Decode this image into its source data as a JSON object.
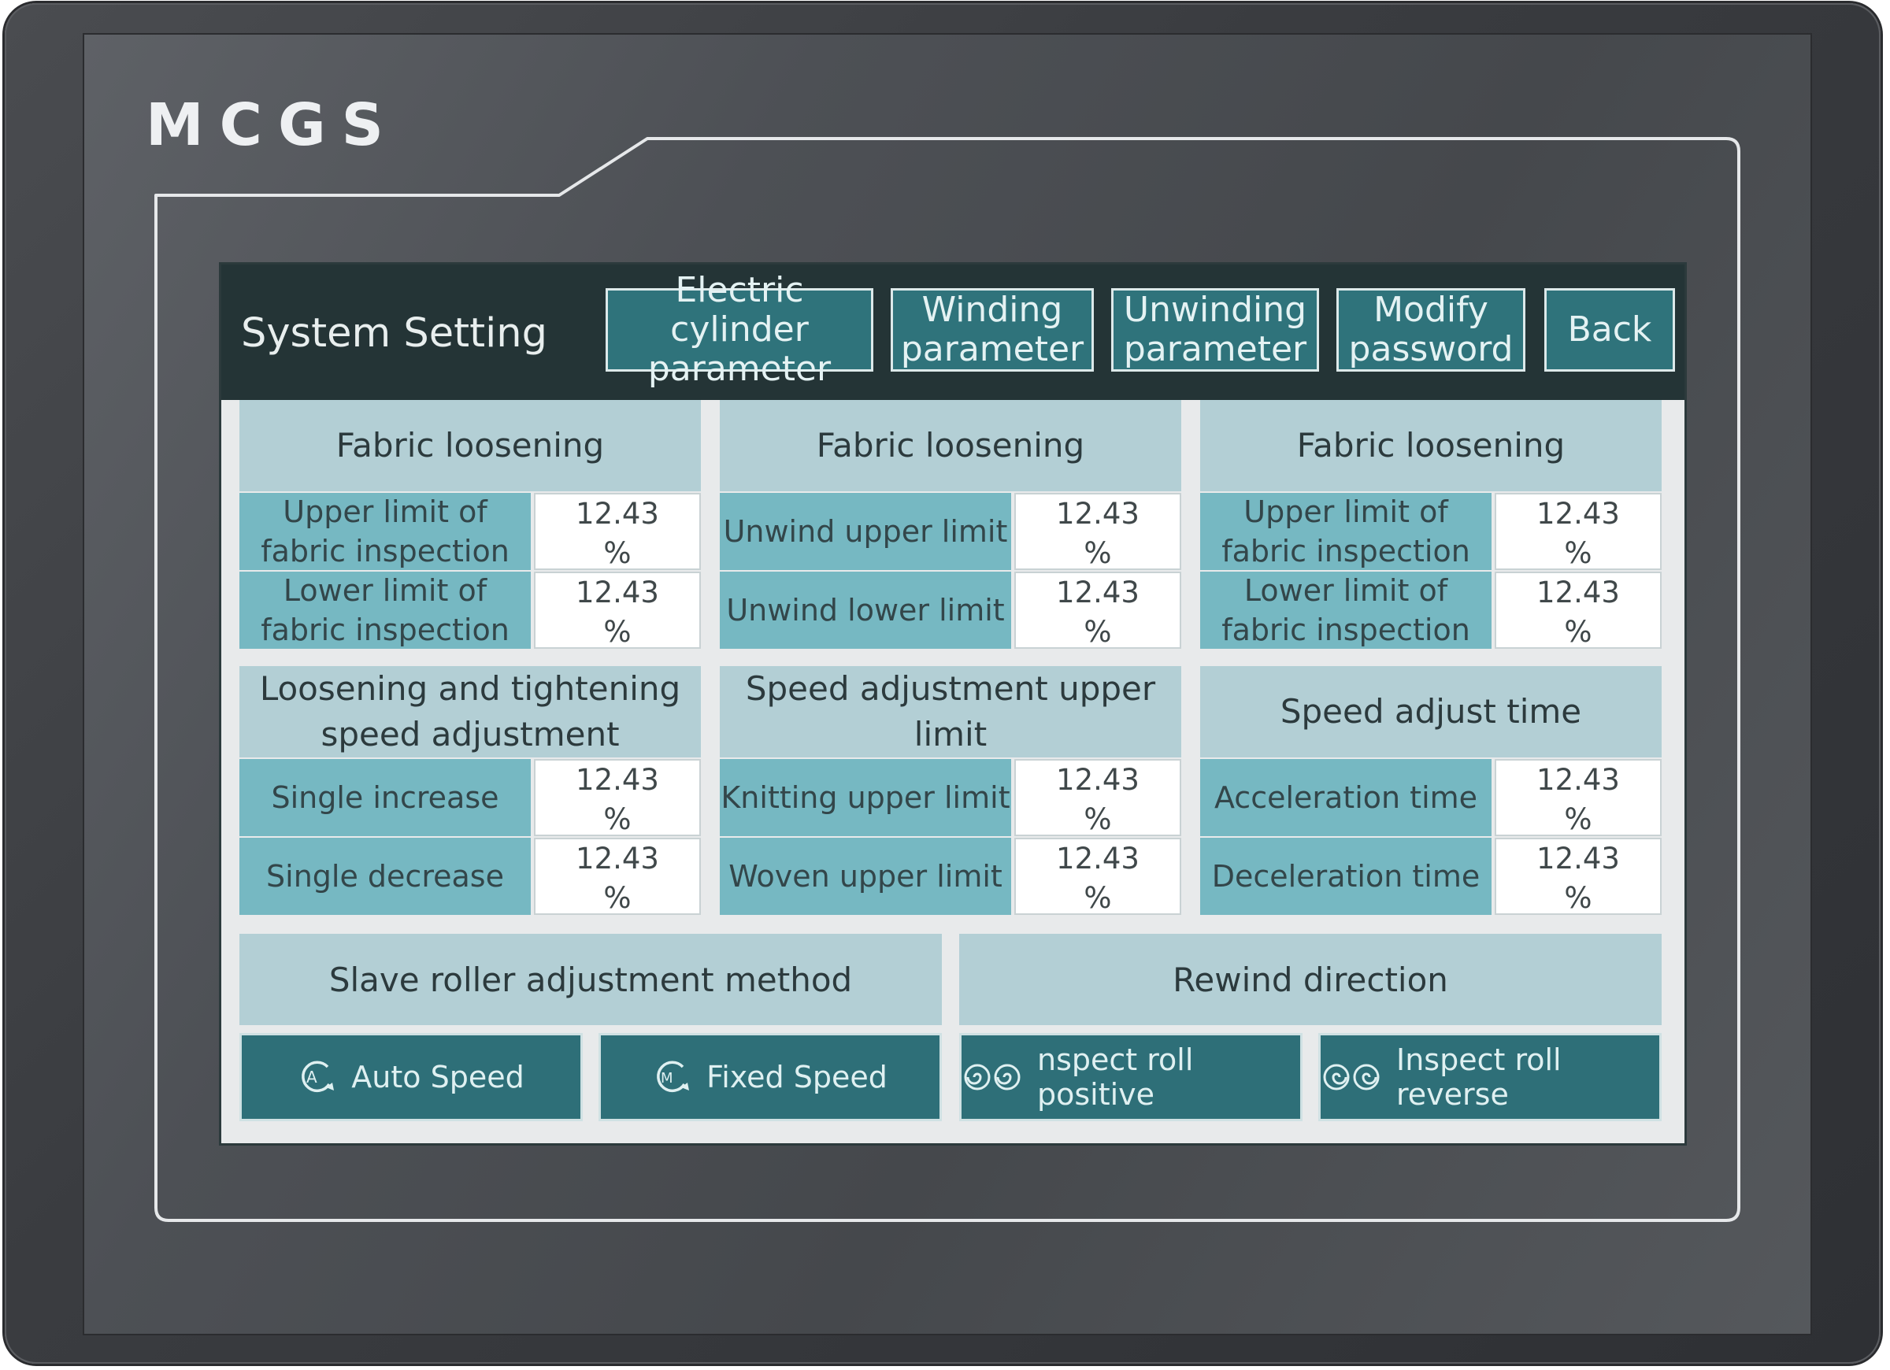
{
  "device": {
    "brand": "MCGS"
  },
  "header": {
    "title": "System Setting",
    "buttons": [
      {
        "line1": "Electric cylinder",
        "line2": "parameter"
      },
      {
        "line1": "Winding",
        "line2": "parameter"
      },
      {
        "line1": "Unwinding",
        "line2": "parameter"
      },
      {
        "line1": "Modify",
        "line2": "password"
      },
      {
        "line1": "Back",
        "line2": ""
      }
    ]
  },
  "panels": [
    {
      "title": "Fabric loosening",
      "rows": [
        {
          "label": "Upper limit of fabric inspection",
          "value": "12.43",
          "unit": "%"
        },
        {
          "label": "Lower limit of fabric inspection",
          "value": "12.43",
          "unit": "%"
        }
      ]
    },
    {
      "title": "Fabric loosening",
      "rows": [
        {
          "label": "Unwind upper limit",
          "value": "12.43",
          "unit": "%"
        },
        {
          "label": "Unwind lower limit",
          "value": "12.43",
          "unit": "%"
        }
      ]
    },
    {
      "title": "Fabric loosening",
      "rows": [
        {
          "label": "Upper limit of fabric inspection",
          "value": "12.43",
          "unit": "%"
        },
        {
          "label": "Lower limit of fabric inspection",
          "value": "12.43",
          "unit": "%"
        }
      ]
    },
    {
      "title": "Loosening and tightening speed adjustment",
      "rows": [
        {
          "label": "Single increase",
          "value": "12.43",
          "unit": "%"
        },
        {
          "label": "Single decrease",
          "value": "12.43",
          "unit": "%"
        }
      ]
    },
    {
      "title": "Speed adjustment upper limit",
      "rows": [
        {
          "label": "Knitting upper limit",
          "value": "12.43",
          "unit": "%"
        },
        {
          "label": "Woven upper limit",
          "value": "12.43",
          "unit": "%"
        }
      ]
    },
    {
      "title": "Speed adjust time",
      "rows": [
        {
          "label": "Acceleration time",
          "value": "12.43",
          "unit": "%"
        },
        {
          "label": "Deceleration time",
          "value": "12.43",
          "unit": "%"
        }
      ]
    }
  ],
  "slave_roller": {
    "title": "Slave roller adjustment method",
    "auto_label": "Auto Speed",
    "auto_icon": "auto-rotate-icon",
    "fixed_label": "Fixed Speed",
    "fixed_icon": "manual-rotate-icon"
  },
  "rewind": {
    "title": "Rewind direction",
    "positive_label": "nspect roll positive",
    "positive_icon": "roll-positive-icon",
    "reverse_label": "Inspect roll reverse",
    "reverse_icon": "roll-reverse-icon"
  },
  "colors": {
    "header_bg": "#243436",
    "button_bg": "#2e6f78",
    "panel_header": "#b3cfd5",
    "label_bg": "#76b8c2"
  }
}
